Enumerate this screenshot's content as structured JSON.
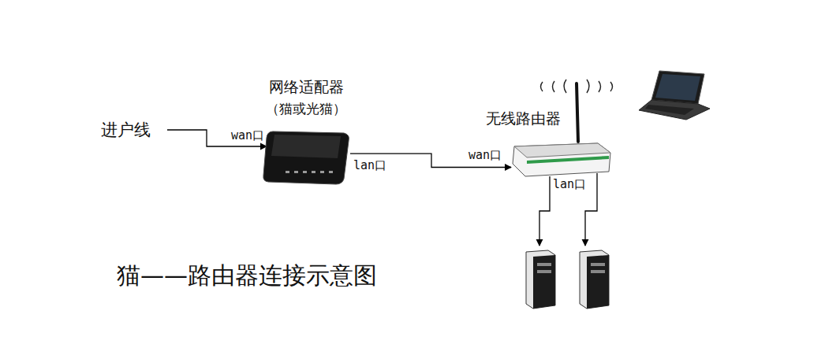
{
  "diagram": {
    "title": "猫——路由器连接示意图",
    "nodes": [
      {
        "text": [
          "网络适配器",
          "（猫或光猫）"
        ]
      },
      {
        "text": [
          "无线路由器"
        ]
      }
    ],
    "edges": [
      {
        "from": 0,
        "to": 1,
        "arrow": "to"
      }
    ],
    "labels": [
      "进户线",
      "wan口",
      "lan口",
      "wan口",
      "lan口"
    ]
  }
}
